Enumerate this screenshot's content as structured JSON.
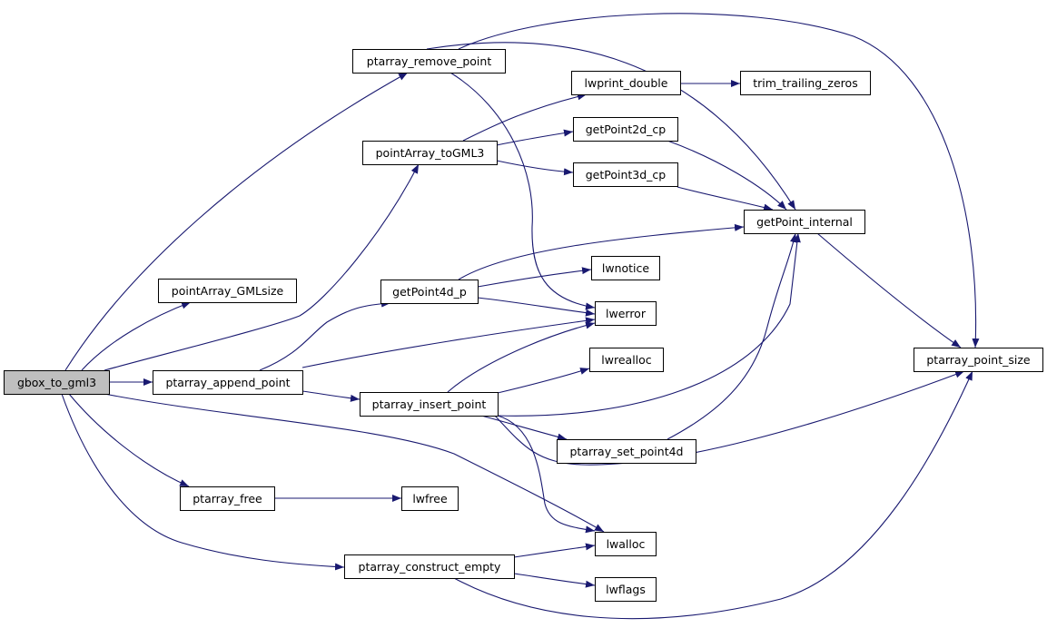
{
  "graph": {
    "edge_color": "#191970",
    "root_fill": "#bfbfbf",
    "nodes": [
      {
        "id": "gbox_to_gml3",
        "label": "gbox_to_gml3",
        "root": true
      },
      {
        "id": "ptarray_remove_point",
        "label": "ptarray_remove_point"
      },
      {
        "id": "lwprint_double",
        "label": "lwprint_double"
      },
      {
        "id": "trim_trailing_zeros",
        "label": "trim_trailing_zeros"
      },
      {
        "id": "pointArray_toGML3",
        "label": "pointArray_toGML3"
      },
      {
        "id": "getPoint2d_cp",
        "label": "getPoint2d_cp"
      },
      {
        "id": "getPoint3d_cp",
        "label": "getPoint3d_cp"
      },
      {
        "id": "getPoint_internal",
        "label": "getPoint_internal"
      },
      {
        "id": "lwnotice",
        "label": "lwnotice"
      },
      {
        "id": "pointArray_GMLsize",
        "label": "pointArray_GMLsize"
      },
      {
        "id": "getPoint4d_p",
        "label": "getPoint4d_p"
      },
      {
        "id": "lwerror",
        "label": "lwerror"
      },
      {
        "id": "lwrealloc",
        "label": "lwrealloc"
      },
      {
        "id": "ptarray_point_size",
        "label": "ptarray_point_size"
      },
      {
        "id": "ptarray_append_point",
        "label": "ptarray_append_point"
      },
      {
        "id": "ptarray_insert_point",
        "label": "ptarray_insert_point"
      },
      {
        "id": "ptarray_set_point4d",
        "label": "ptarray_set_point4d"
      },
      {
        "id": "ptarray_free",
        "label": "ptarray_free"
      },
      {
        "id": "lwfree",
        "label": "lwfree"
      },
      {
        "id": "lwalloc",
        "label": "lwalloc"
      },
      {
        "id": "ptarray_construct_empty",
        "label": "ptarray_construct_empty"
      },
      {
        "id": "lwflags",
        "label": "lwflags"
      }
    ],
    "edges": [
      [
        "gbox_to_gml3",
        "ptarray_remove_point"
      ],
      [
        "gbox_to_gml3",
        "pointArray_GMLsize"
      ],
      [
        "gbox_to_gml3",
        "pointArray_toGML3"
      ],
      [
        "gbox_to_gml3",
        "ptarray_append_point"
      ],
      [
        "gbox_to_gml3",
        "ptarray_free"
      ],
      [
        "gbox_to_gml3",
        "ptarray_construct_empty"
      ],
      [
        "gbox_to_gml3",
        "lwalloc"
      ],
      [
        "ptarray_remove_point",
        "ptarray_point_size"
      ],
      [
        "ptarray_remove_point",
        "getPoint_internal"
      ],
      [
        "ptarray_remove_point",
        "lwerror"
      ],
      [
        "pointArray_toGML3",
        "lwprint_double"
      ],
      [
        "pointArray_toGML3",
        "getPoint2d_cp"
      ],
      [
        "pointArray_toGML3",
        "getPoint3d_cp"
      ],
      [
        "lwprint_double",
        "trim_trailing_zeros"
      ],
      [
        "getPoint2d_cp",
        "getPoint_internal"
      ],
      [
        "getPoint3d_cp",
        "getPoint_internal"
      ],
      [
        "getPoint_internal",
        "ptarray_point_size"
      ],
      [
        "ptarray_append_point",
        "getPoint4d_p"
      ],
      [
        "ptarray_append_point",
        "lwerror"
      ],
      [
        "ptarray_append_point",
        "ptarray_insert_point"
      ],
      [
        "getPoint4d_p",
        "getPoint_internal"
      ],
      [
        "getPoint4d_p",
        "lwnotice"
      ],
      [
        "getPoint4d_p",
        "lwerror"
      ],
      [
        "ptarray_insert_point",
        "lwerror"
      ],
      [
        "ptarray_insert_point",
        "lwrealloc"
      ],
      [
        "ptarray_insert_point",
        "getPoint_internal"
      ],
      [
        "ptarray_insert_point",
        "ptarray_set_point4d"
      ],
      [
        "ptarray_insert_point",
        "ptarray_point_size"
      ],
      [
        "ptarray_insert_point",
        "lwalloc"
      ],
      [
        "ptarray_set_point4d",
        "getPoint_internal"
      ],
      [
        "ptarray_free",
        "lwfree"
      ],
      [
        "ptarray_construct_empty",
        "lwalloc"
      ],
      [
        "ptarray_construct_empty",
        "lwflags"
      ],
      [
        "ptarray_construct_empty",
        "ptarray_point_size"
      ]
    ]
  }
}
